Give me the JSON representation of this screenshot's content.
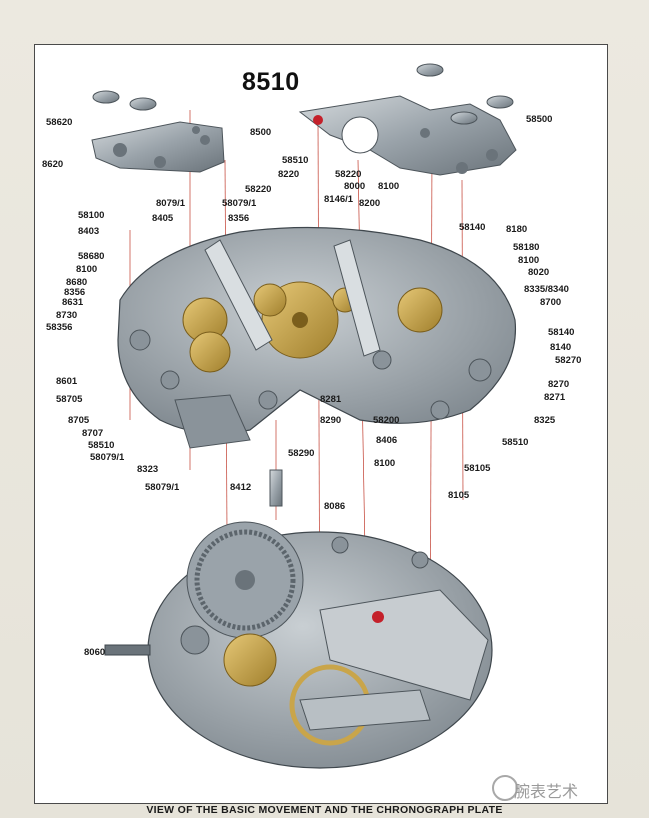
{
  "title": "8510",
  "caption": "VIEW OF THE BASIC MOVEMENT AND THE CHRONOGRAPH PLATE",
  "watermark": "腕表艺术",
  "colors": {
    "steel": "#9aa3aa",
    "steel_dark": "#5c656c",
    "gold": "#c9a54a",
    "jewel": "#c4202a",
    "leader": "#c0392b",
    "background_plate": "#b8bfc4"
  },
  "labels": {
    "l58620": "58620",
    "l8620": "8620",
    "l8500": "8500",
    "l58500": "58500",
    "l58510a": "58510",
    "l8220": "8220",
    "l58220a": "58220",
    "l8000": "8000",
    "l8100a": "8100",
    "l8079a": "8079/1",
    "l58220b": "58220",
    "l58079a": "58079/1",
    "l8146": "8146/1",
    "l8200": "8200",
    "l58100": "58100",
    "l8405": "8405",
    "l8356a": "8356",
    "l8403": "8403",
    "l58680": "58680",
    "l8100b": "8100",
    "l8680": "8680",
    "l8356b": "8356",
    "l8631": "8631",
    "l8730": "8730",
    "l58356": "58356",
    "l58140a": "58140",
    "l8180": "8180",
    "l58180": "58180",
    "l8100c": "8100",
    "l8020": "8020",
    "l8335": "8335/8340",
    "l8700": "8700",
    "l58140b": "58140",
    "l8140": "8140",
    "l58270": "58270",
    "l8601": "8601",
    "l58705": "58705",
    "l8270": "8270",
    "l8271": "8271",
    "l8281": "8281",
    "l8290": "8290",
    "l58200": "58200",
    "l8325": "8325",
    "l8705": "8705",
    "l8707": "8707",
    "l58510b": "58510",
    "l58079b": "58079/1",
    "l8406": "8406",
    "l58510c": "58510",
    "l58290": "58290",
    "l8323": "8323",
    "l8100d": "8100",
    "l58105": "58105",
    "l58079c": "58079/1",
    "l8412": "8412",
    "l8105": "8105",
    "l8086": "8086",
    "l8060": "8060"
  }
}
